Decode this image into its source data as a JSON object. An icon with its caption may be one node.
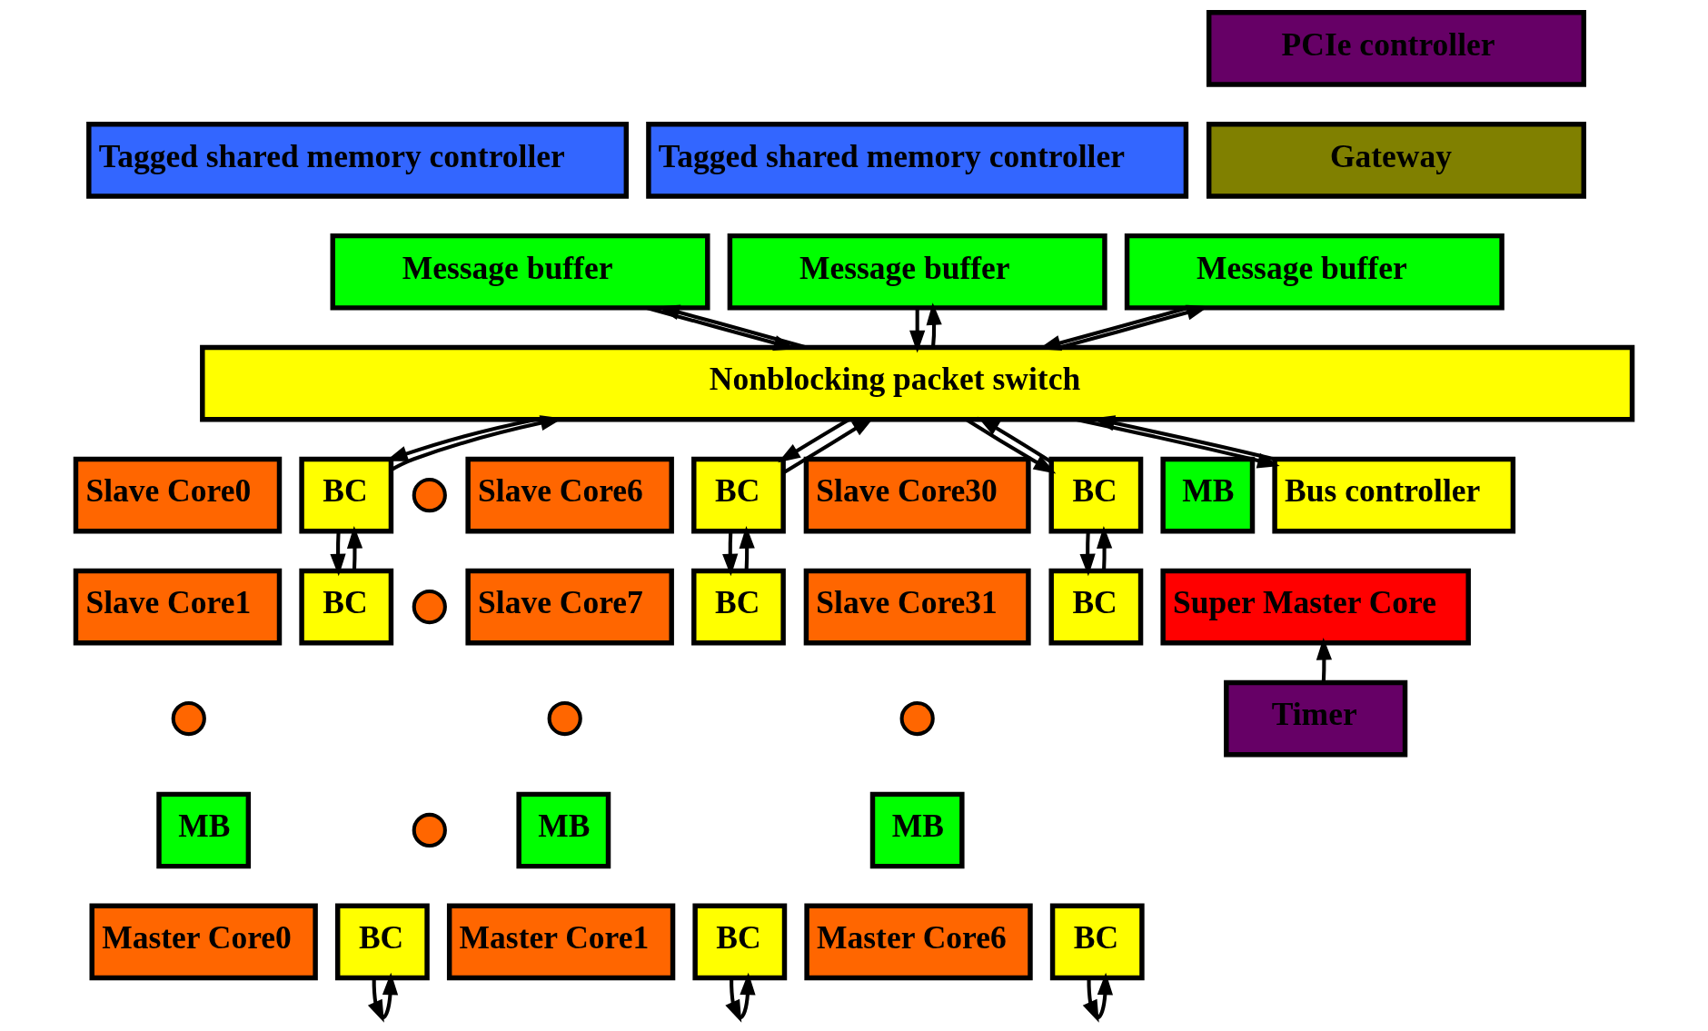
{
  "diagram": {
    "nodes": [
      {
        "text": [
          "Tagged shared memory controller"
        ]
      },
      {
        "text": [
          "Message buffer"
        ]
      },
      {
        "text": [
          "Tagged shared memory controller"
        ]
      },
      {
        "text": [
          "Message buffer"
        ]
      },
      {
        "text": [
          "PCIe controller"
        ]
      },
      {
        "text": [
          "Gateway"
        ]
      },
      {
        "text": [
          "Message buffer"
        ]
      },
      {
        "text": [
          "Nonblocking packet switch"
        ]
      },
      {
        "text": [
          "Slave Core0"
        ]
      },
      {
        "text": [
          "BC"
        ]
      },
      {
        "text": [
          "Slave Core1"
        ]
      },
      {
        "text": [
          "BC"
        ]
      },
      {
        "text": [
          "Slave Core6"
        ]
      },
      {
        "text": [
          "BC"
        ]
      },
      {
        "text": [
          "Slave Core7"
        ]
      },
      {
        "text": [
          "BC"
        ]
      },
      {
        "text": [
          "Slave Core30"
        ]
      },
      {
        "text": [
          "BC"
        ]
      },
      {
        "text": [
          "Slave Core31"
        ]
      },
      {
        "text": [
          "BC"
        ]
      },
      {
        "text": [
          "MB"
        ]
      },
      {
        "text": [
          "Master Core0"
        ]
      },
      {
        "text": [
          "BC"
        ]
      },
      {
        "text": [
          "MB"
        ]
      },
      {
        "text": [
          "Master Core1"
        ]
      },
      {
        "text": [
          "BC"
        ]
      },
      {
        "text": [
          "MB"
        ]
      },
      {
        "text": [
          "Master Core6"
        ]
      },
      {
        "text": [
          "BC"
        ]
      },
      {
        "text": [
          "MB"
        ]
      },
      {
        "text": [
          "Super Master Core"
        ]
      },
      {
        "text": [
          "Bus controller"
        ]
      },
      {
        "text": [
          "Timer"
        ]
      },
      {
        "text": [],
        "shape": "circle"
      },
      {
        "text": [],
        "shape": "circle"
      },
      {
        "text": [],
        "shape": "circle"
      },
      {
        "text": [],
        "shape": "circle"
      },
      {
        "text": [],
        "shape": "circle"
      },
      {
        "text": [],
        "shape": "circle"
      }
    ],
    "edges": [
      {
        "from": 1,
        "to": 7,
        "arrow": "to"
      },
      {
        "from": 7,
        "to": 1,
        "arrow": "to"
      },
      {
        "from": 3,
        "to": 7,
        "arrow": "to"
      },
      {
        "from": 7,
        "to": 3,
        "arrow": "to"
      },
      {
        "from": 6,
        "to": 7,
        "arrow": "to"
      },
      {
        "from": 7,
        "to": 6,
        "arrow": "to"
      },
      {
        "from": 7,
        "to": 9,
        "arrow": "to"
      },
      {
        "from": 9,
        "to": 7,
        "arrow": "to"
      },
      {
        "from": 7,
        "to": 13,
        "arrow": "to"
      },
      {
        "from": 13,
        "to": 7,
        "arrow": "to"
      },
      {
        "from": 7,
        "to": 17,
        "arrow": "to"
      },
      {
        "from": 17,
        "to": 7,
        "arrow": "to"
      },
      {
        "from": 9,
        "to": 11,
        "arrow": "to"
      },
      {
        "from": 11,
        "to": 9,
        "arrow": "to"
      },
      {
        "from": 13,
        "to": 15,
        "arrow": "to"
      },
      {
        "from": 15,
        "to": 13,
        "arrow": "to"
      },
      {
        "from": 17,
        "to": 19,
        "arrow": "to"
      },
      {
        "from": 19,
        "to": 17,
        "arrow": "to"
      },
      {
        "from": null,
        "to": 22,
        "arrow": "to"
      },
      {
        "from": 22,
        "to": null,
        "arrow": "to"
      },
      {
        "from": null,
        "to": 25,
        "arrow": "to"
      },
      {
        "from": 25,
        "to": null,
        "arrow": "to"
      },
      {
        "from": null,
        "to": 28,
        "arrow": "to"
      },
      {
        "from": 28,
        "to": null,
        "arrow": "to"
      },
      {
        "from": 7,
        "to": 31,
        "arrow": "to"
      },
      {
        "from": 31,
        "to": 7,
        "arrow": "to"
      },
      {
        "from": 32,
        "to": 30,
        "arrow": "to"
      }
    ]
  }
}
